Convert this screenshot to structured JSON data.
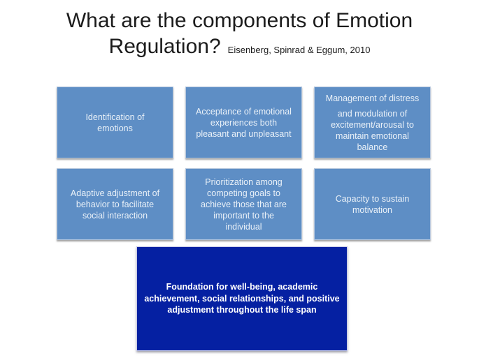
{
  "slide": {
    "title": {
      "line1": "What are the components of Emotion",
      "line2": "Regulation?",
      "citation": "Eisenberg, Spinrad & Eggum, 2010"
    },
    "boxes": [
      {
        "id": "identification-of-emotions",
        "lines": [
          "Identification of",
          "emotions"
        ]
      },
      {
        "id": "acceptance-of-emotional-experiences",
        "lines": [
          "Acceptance of emotional",
          "experiences both",
          "pleasant and unpleasant"
        ]
      },
      {
        "id": "management-of-distress",
        "lines": [
          "Management of distress"
        ],
        "lines2": [
          "and modulation of",
          "excitement/arousal to",
          "maintain emotional",
          "balance"
        ]
      },
      {
        "id": "adaptive-adjustment-of-behavior",
        "lines": [
          "Adaptive adjustment of",
          "behavior to facilitate",
          "social interaction"
        ]
      },
      {
        "id": "prioritization-among-competing-goals",
        "lines": [
          "Prioritization among",
          "competing goals to",
          "achieve those that are",
          "important to the",
          "individual"
        ]
      },
      {
        "id": "capacity-to-sustain-motivation",
        "lines": [
          "Capacity to sustain",
          "motivation"
        ]
      }
    ],
    "foundation": {
      "lines": [
        "Foundation for well-being, academic",
        "achievement, social relationships, and positive",
        "adjustment throughout the life span"
      ]
    },
    "colors": {
      "component_box_fill": "#5e8ec5",
      "foundation_box_fill": "#0520a2",
      "title_text": "#1b1b1b",
      "box_text": "#eaf1f8",
      "foundation_text": "#ffffff",
      "background": "#ffffff"
    }
  }
}
